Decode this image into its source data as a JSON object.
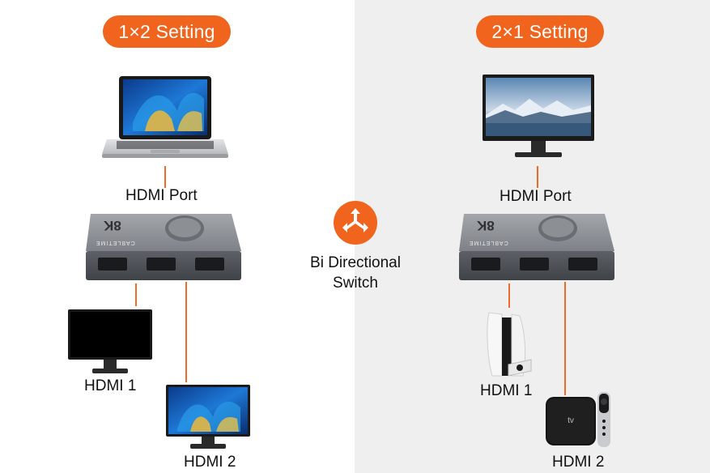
{
  "left": {
    "badge": "1×2 Setting",
    "port_label": "HDMI Port",
    "out1_label": "HDMI 1",
    "out2_label": "HDMI 2"
  },
  "right": {
    "badge": "2×1 Setting",
    "port_label": "HDMI Port",
    "in1_label": "HDMI 1",
    "in2_label": "HDMI 2"
  },
  "center": {
    "line1": "Bi Directional",
    "line2": "Switch"
  },
  "device": {
    "top_mark": "8K",
    "brand": "CABLETIME"
  },
  "colors": {
    "accent": "#f0641e",
    "right_background": "#efefef"
  },
  "icons": {
    "center": "bidirectional-arrows-icon"
  }
}
